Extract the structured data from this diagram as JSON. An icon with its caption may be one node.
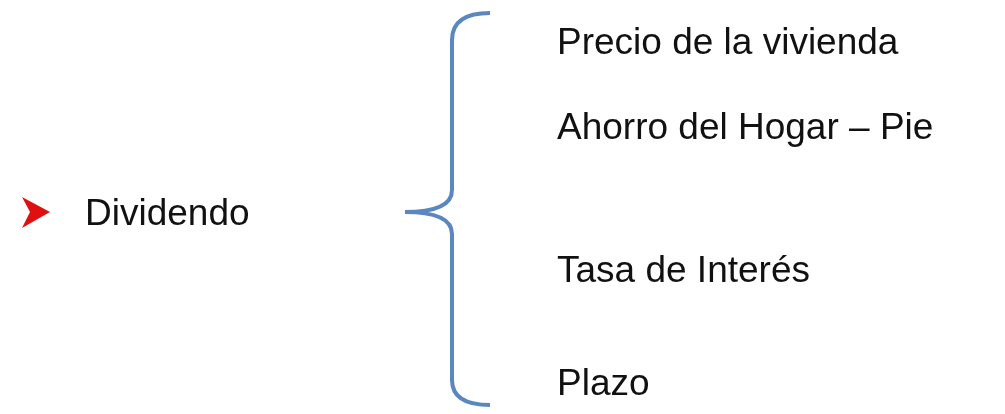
{
  "diagram": {
    "labels": [
      "Dividendo",
      "Precio de la vivienda",
      "Ahorro del Hogar – Pie",
      "Tasa de Interés",
      "Plazo"
    ]
  }
}
